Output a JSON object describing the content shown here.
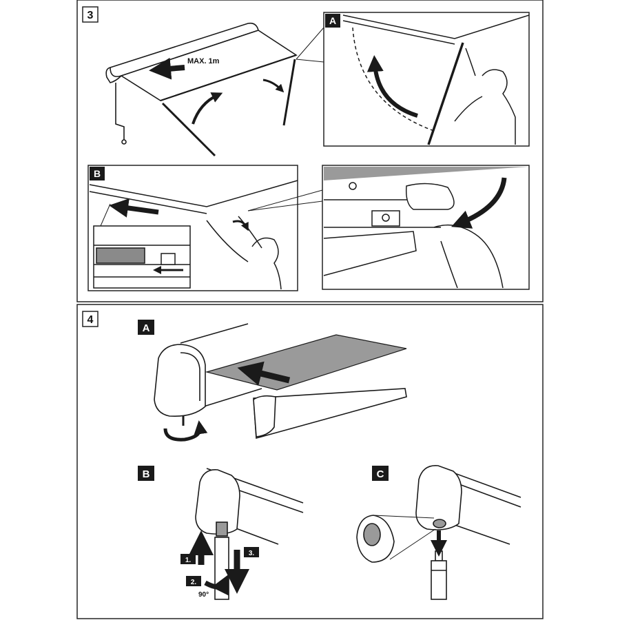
{
  "steps": {
    "s3": {
      "number": "3",
      "max_label": "MAX. 1m",
      "panel_a_label": "A",
      "panel_b_label": "B"
    },
    "s4": {
      "number": "4",
      "panel_a_label": "A",
      "panel_b_label": "B",
      "panel_c_label": "C",
      "sub_step_1": "1.",
      "sub_step_2": "2.",
      "sub_step_3": "3.",
      "angle": "90°"
    }
  },
  "colors": {
    "line": "#1a1a1a",
    "fabric": "#9a9a9a",
    "panel_border": "#222222",
    "label_bg": "#1a1a1a",
    "label_text": "#ffffff"
  }
}
